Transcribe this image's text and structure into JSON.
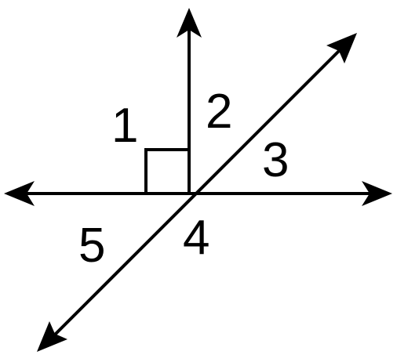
{
  "diagram": {
    "angle_labels": [
      "1",
      "2",
      "3",
      "4",
      "5"
    ],
    "right_angle_marker": true,
    "line_color": "#000000",
    "background_color": "#ffffff"
  }
}
